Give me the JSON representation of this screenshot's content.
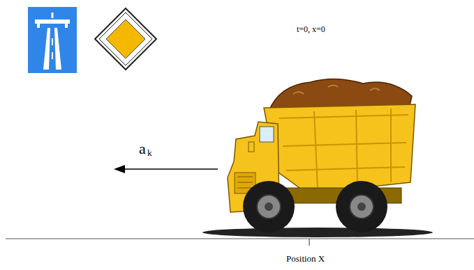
{
  "diagram": {
    "labels": [
      "t=0, x=0",
      "a",
      "k",
      "Position X"
    ]
  }
}
